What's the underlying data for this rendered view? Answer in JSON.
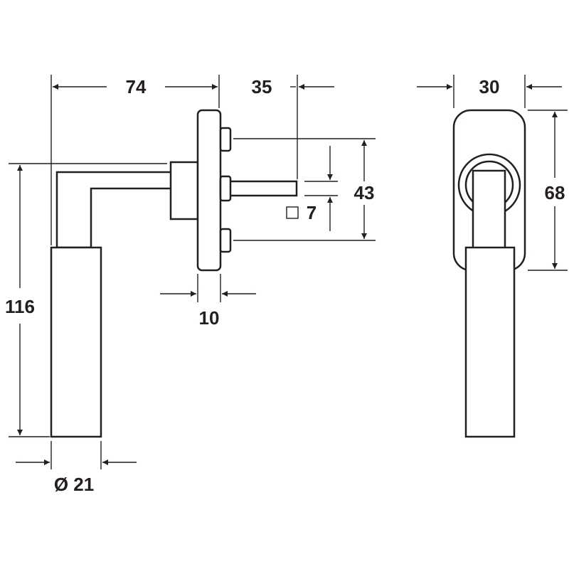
{
  "dimensions": {
    "lever_projection": "74",
    "spindle_length": "35",
    "rose_thickness": "10",
    "fixing_centres": "43",
    "spindle_square": "7",
    "grip_diameter": "Ø 21",
    "lever_length": "116",
    "rose_width": "30",
    "rose_height": "68"
  },
  "colors": {
    "line": "#231f20",
    "background": "#ffffff"
  }
}
